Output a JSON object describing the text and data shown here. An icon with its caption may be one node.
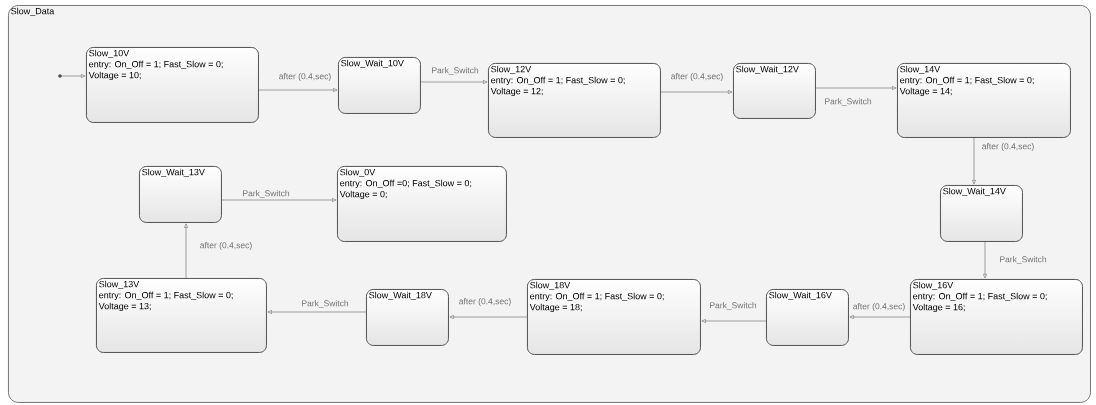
{
  "diagram": {
    "nodes": [
      {
        "text": [
          "Slow_Data"
        ]
      },
      {
        "text": [
          "Slow_10V",
          "entry: On_Off = 1; Fast_Slow = 0;",
          "Voltage = 10;"
        ],
        "in": 0
      },
      {
        "text": [
          "Slow_Wait_10V"
        ],
        "in": 0
      },
      {
        "text": [
          "Slow_12V",
          "entry: On_Off = 1; Fast_Slow = 0;",
          "Voltage = 12;"
        ],
        "in": 0
      },
      {
        "text": [
          "Slow_Wait_12V"
        ],
        "in": 0
      },
      {
        "text": [
          "Slow_14V",
          "entry: On_Off = 1; Fast_Slow = 0;",
          "Voltage = 14;"
        ],
        "in": 0
      },
      {
        "text": [
          "Slow_Wait_14V"
        ],
        "in": 0
      },
      {
        "text": [
          "Slow_16V",
          "entry: On_Off = 1; Fast_Slow = 0;",
          "Voltage = 16;"
        ],
        "in": 0
      },
      {
        "text": [
          "Slow_Wait_16V"
        ],
        "in": 0
      },
      {
        "text": [
          "Slow_18V",
          "entry: On_Off = 1; Fast_Slow = 0;",
          "Voltage = 18;"
        ],
        "in": 0
      },
      {
        "text": [
          "Slow_Wait_18V"
        ],
        "in": 0
      },
      {
        "text": [
          "Slow_13V",
          "entry: On_Off = 1; Fast_Slow = 0;",
          "Voltage = 13;"
        ],
        "in": 0
      },
      {
        "text": [
          "Slow_Wait_13V"
        ],
        "in": 0
      },
      {
        "text": [
          "Slow_0V",
          "entry: On_Off =0; Fast_Slow = 0;",
          "Voltage = 0;"
        ],
        "in": 0
      },
      {
        "text": [],
        "shape": "circle",
        "in": 0
      }
    ],
    "edges": [
      {
        "from": 14,
        "to": 1,
        "arrow": "to"
      },
      {
        "from": 1,
        "to": 2,
        "arrow": "to",
        "label": "after (0.4,sec)"
      },
      {
        "from": 2,
        "to": 3,
        "arrow": "to",
        "label": "Park_Switch"
      },
      {
        "from": 3,
        "to": 4,
        "arrow": "to",
        "label": "after (0.4,sec)"
      },
      {
        "from": 4,
        "to": 5,
        "arrow": "to",
        "label": "Park_Switch"
      },
      {
        "from": 5,
        "to": 6,
        "arrow": "to",
        "label": "after (0.4,sec)"
      },
      {
        "from": 6,
        "to": 7,
        "arrow": "to",
        "label": "Park_Switch"
      },
      {
        "from": 7,
        "to": 8,
        "arrow": "to",
        "label": "after (0.4,sec)"
      },
      {
        "from": 8,
        "to": 9,
        "arrow": "to",
        "label": "Park_Switch"
      },
      {
        "from": 9,
        "to": 10,
        "arrow": "to",
        "label": "after (0.4,sec)"
      },
      {
        "from": 10,
        "to": 11,
        "arrow": "to",
        "label": "Park_Switch"
      },
      {
        "from": 11,
        "to": 12,
        "arrow": "to",
        "label": "after (0.4,sec)"
      },
      {
        "from": 12,
        "to": 13,
        "arrow": "to",
        "label": "Park_Switch"
      }
    ]
  }
}
